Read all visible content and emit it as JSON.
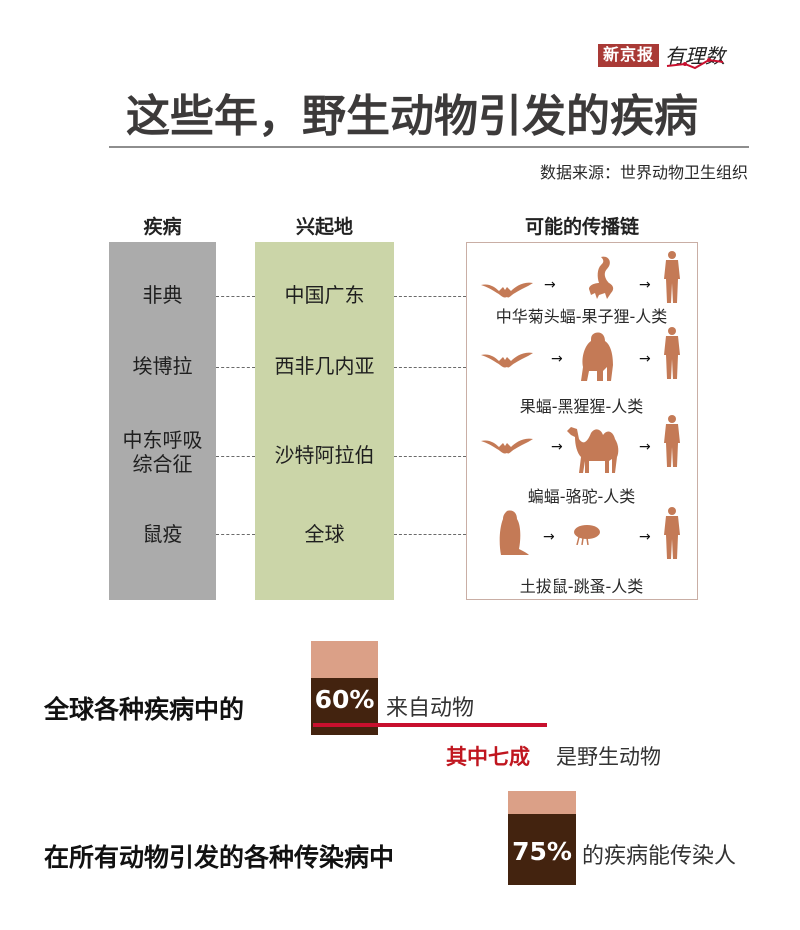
{
  "brand": {
    "newspaper": "新京报",
    "column": "有理数",
    "accent_color": "#a93a36"
  },
  "header": {
    "title": "这些年，野生动物引发的疾病",
    "source": "数据来源：世界动物卫生组织"
  },
  "table": {
    "columns": [
      {
        "label": "疾病",
        "color": "#ababab"
      },
      {
        "label": "兴起地",
        "color": "#cbd5a8"
      },
      {
        "label": "可能的传播链",
        "border_color": "#c9aea5"
      }
    ],
    "rows": [
      {
        "disease": "非典",
        "origin": "中国广东",
        "chain_icons": [
          "bat-icon",
          "civet-icon",
          "human-icon"
        ],
        "chain_label": "中华菊头蝠-果子狸-人类"
      },
      {
        "disease": "埃博拉",
        "origin": "西非几内亚",
        "chain_icons": [
          "bat-icon",
          "chimpanzee-icon",
          "human-icon"
        ],
        "chain_label": "果蝠-黑猩猩-人类"
      },
      {
        "disease_line1": "中东呼吸",
        "disease_line2": "综合征",
        "origin": "沙特阿拉伯",
        "chain_icons": [
          "bat-icon",
          "camel-icon",
          "human-icon"
        ],
        "chain_label": "蝙蝠-骆驼-人类"
      },
      {
        "disease": "鼠疫",
        "origin": "全球",
        "chain_icons": [
          "marmot-icon",
          "flea-icon",
          "human-icon"
        ],
        "chain_label": "土拔鼠-跳蚤-人类"
      }
    ],
    "arrow": "→",
    "icon_color": "#c47a56"
  },
  "stats": {
    "stat1": {
      "prefix": "全球各种疾病中的",
      "value": "60%",
      "suffix": "来自动物",
      "sub_highlight": "其中七成",
      "sub_text": "是野生动物"
    },
    "stat2": {
      "prefix": "在所有动物引发的各种传染病中",
      "value": "75%",
      "suffix": "的疾病能传染人"
    },
    "colors": {
      "bar_light": "#dba087",
      "bar_dark": "#43230f",
      "highlight_red": "#c8102e"
    }
  }
}
